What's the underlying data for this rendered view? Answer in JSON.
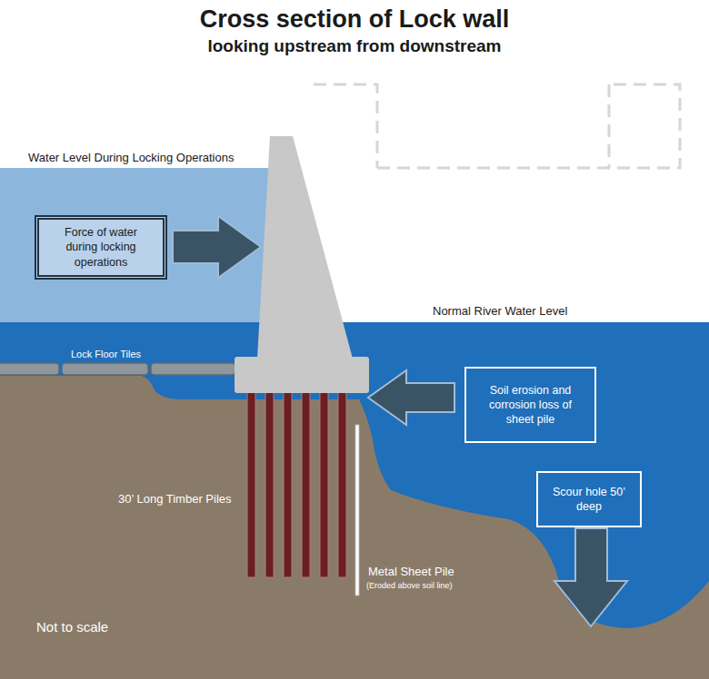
{
  "diagram": {
    "title": "Cross section of Lock wall",
    "nodes": [
      {
        "text": [
          "Force of water during locking operations"
        ]
      },
      {
        "text": [
          "Soil erosion and corrosion loss of sheet pile"
        ]
      },
      {
        "text": [
          "Scour hole 50’ deep"
        ]
      }
    ],
    "labels": [
      "looking upstream from downstream",
      "Water Level During Locking Operations",
      "Normal River Water Level",
      "Lock Floor Tiles",
      "30’ Long Timber Piles",
      "Metal Sheet Pile",
      "(Eroded above soil line)",
      "Not to scale"
    ]
  }
}
